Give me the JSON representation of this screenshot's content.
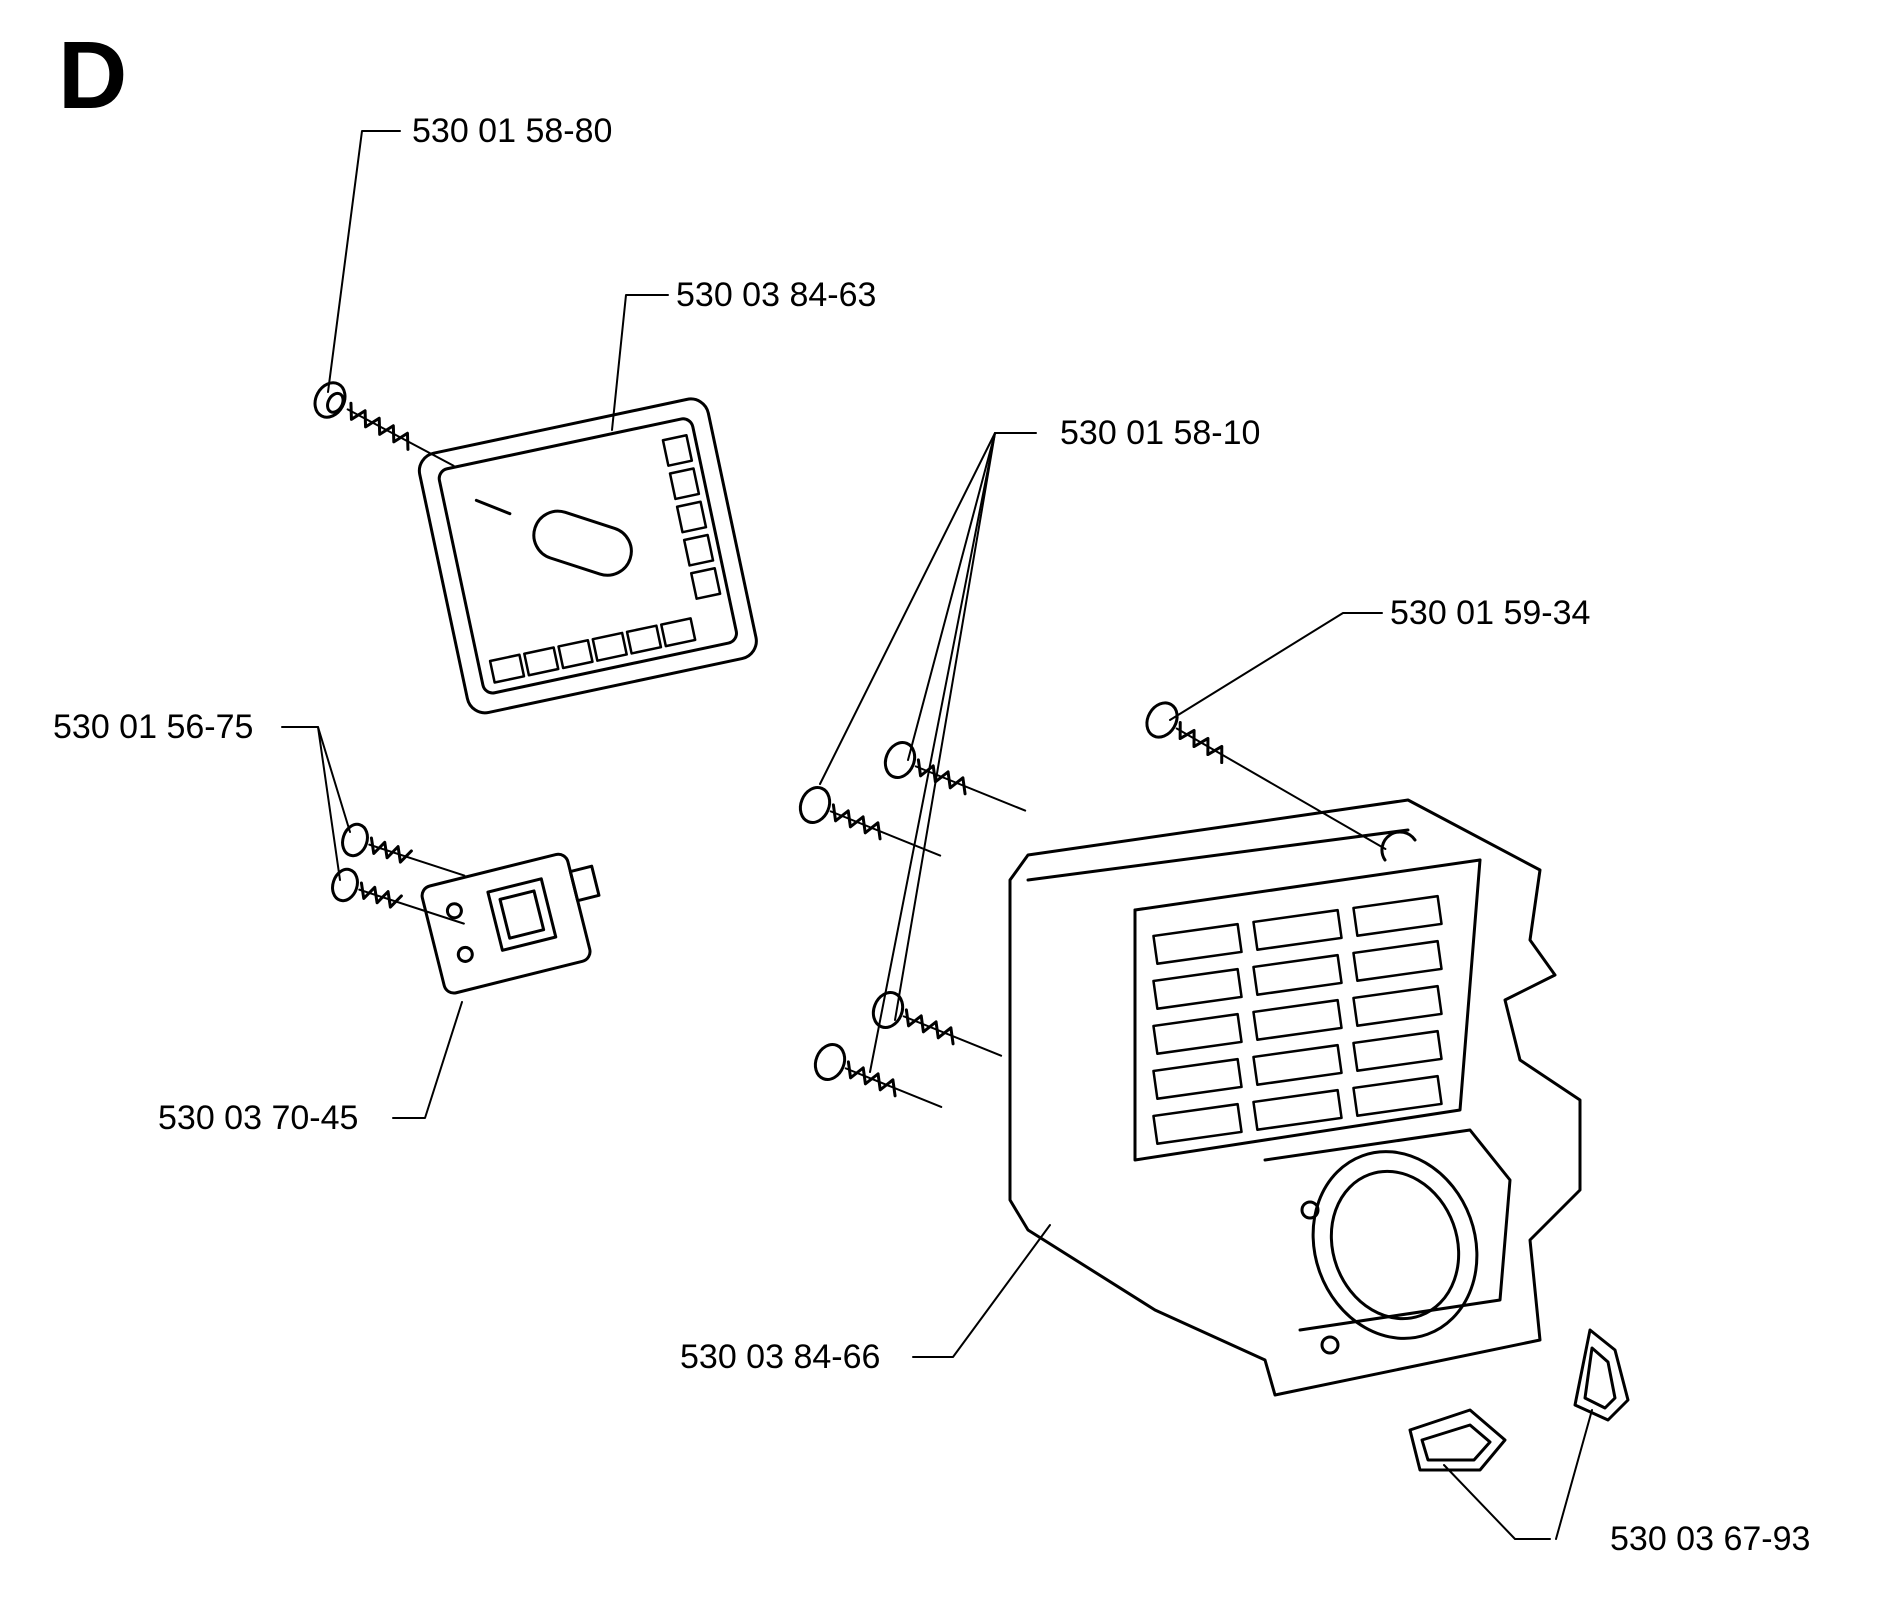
{
  "section_letter": "D",
  "parts": {
    "screw_filter": "530 01 58-80",
    "air_filter": "530 03 84-63",
    "screws_cover": "530 01 58-10",
    "screw_top": "530 01 59-34",
    "screws_bracket": "530 01 56-75",
    "bracket": "530 03 70-45",
    "cylinder_cover": "530 03 84-66",
    "grommets": "530 03 67-93"
  }
}
